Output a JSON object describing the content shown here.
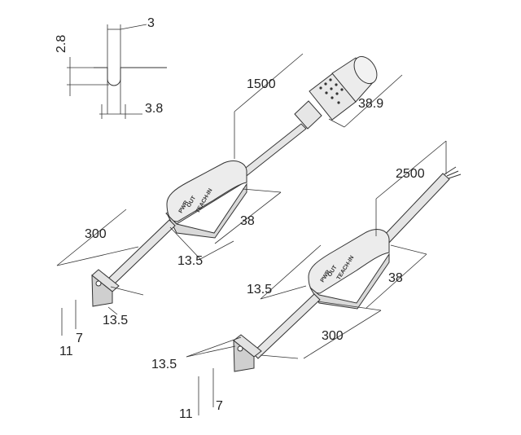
{
  "dimensions": {
    "groove_width": "3",
    "groove_depth": "2.8",
    "groove_opening": "3.8",
    "cable_top_length": "1500",
    "connector_length": "38.9",
    "sensor_cable_top_length": "300",
    "box_top_length": "38",
    "box_top_width": "13.5",
    "head_top_width": "13.5",
    "head_top_height_7": "7",
    "head_top_height_11": "11",
    "cable_bottom_length": "2500",
    "box_bottom_length": "38",
    "box_bottom_width": "13.5",
    "sensor_cable_bottom_length": "300",
    "head_bottom_width": "13.5",
    "head_bottom_height_11": "11",
    "head_bottom_height_7": "7"
  },
  "housing_label": "TEACH-IN",
  "housing_markings": [
    "PWR",
    "OUT"
  ],
  "colors": {
    "line": "#333333",
    "housing": "#e6e6e6",
    "cable": "#d9d9d9"
  }
}
